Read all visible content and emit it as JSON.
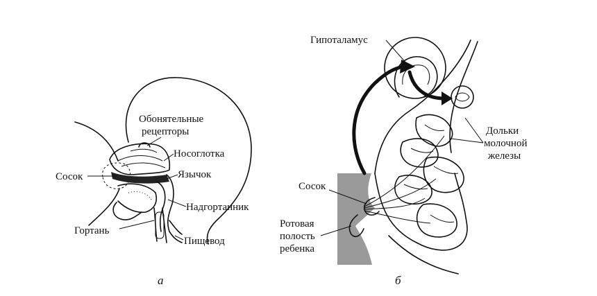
{
  "panel_a": {
    "caption": "а",
    "labels": {
      "olfactory": "Обонятельные рецепторы",
      "olfactory_line1": "Обонятельные",
      "olfactory_line2": "рецепторы",
      "nasopharynx": "Носоглотка",
      "uvula": "Язычок",
      "nipple": "Сосок",
      "epiglottis": "Надгортанник",
      "larynx": "Гортань",
      "esophagus": "Пищевод"
    }
  },
  "panel_b": {
    "caption": "б",
    "labels": {
      "hypothalamus": "Гипоталамус",
      "lobules_line1": "Дольки",
      "lobules_line2": "молочной",
      "lobules_line3": "железы",
      "nipple": "Сосок",
      "mouth_line1": "Ротовая",
      "mouth_line2": "полость",
      "mouth_line3": "ребенка"
    }
  }
}
